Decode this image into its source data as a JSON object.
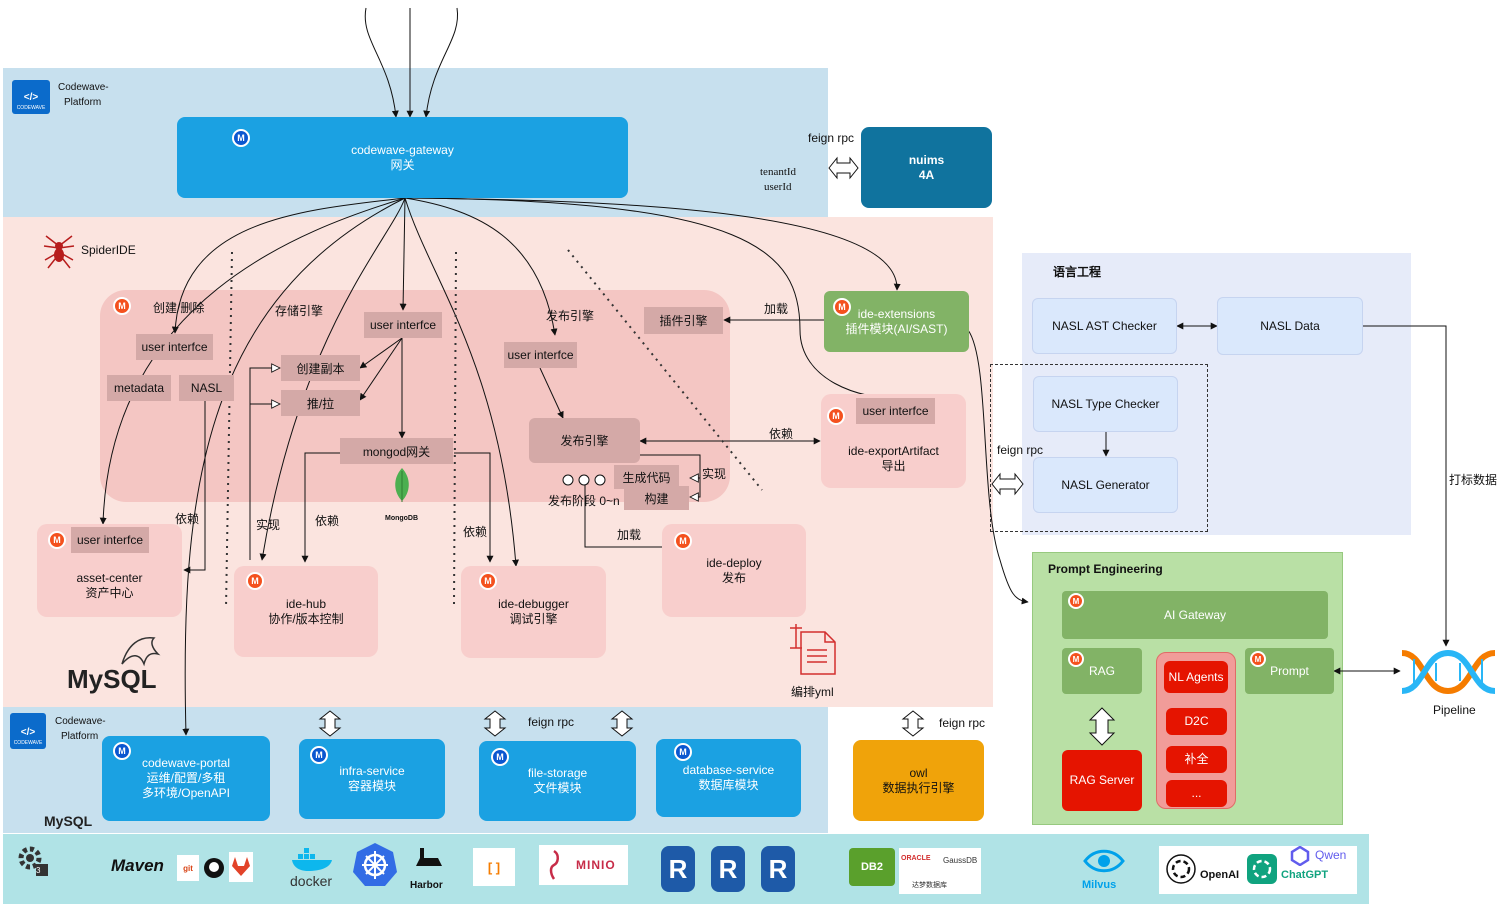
{
  "platform_top": {
    "logo_small": "CODEWAVE",
    "line1": "Codewave-",
    "line2": "Platform"
  },
  "platform_bottom": {
    "logo_small": "CODEWAVE",
    "line1": "Codewave-",
    "line2": "Platform"
  },
  "badge": "M",
  "gateway": {
    "line1": "codewave-gateway",
    "line2": "网关"
  },
  "nuims": {
    "line1": "nuims",
    "line2": "4A"
  },
  "labels": {
    "feign_rpc_top": "feign rpc",
    "tenant_id": "tenantId",
    "user_id": "userId",
    "spider_ide": "SpiderIDE",
    "create_delete": "创建/删除",
    "storage_engine": "存储引擎",
    "publish_engine_header": "发布引擎",
    "plugin_engine": "插件引擎",
    "load_1": "加载",
    "load_2": "加载",
    "depend_1": "依赖",
    "depend_2": "依赖",
    "depend_3": "依赖",
    "depend_4": "依赖",
    "implement_1": "实现",
    "implement_2": "实现",
    "publish_stage": "发布阶段 0~n",
    "compose_yml": "编排yml",
    "feign_rpc_lang": "feign rpc",
    "feign_rpc_mid": "feign rpc",
    "feign_rpc_owl": "feign rpc",
    "tagging_data": "打标数据",
    "pipeline": "Pipeline",
    "mysql_big": "MySQL",
    "mysql_small": "MySQL",
    "mongodb": "MongoDB"
  },
  "inner_tags": {
    "user_interface_a": "user interfce",
    "metadata": "metadata",
    "nasl": "NASL",
    "user_interface_b": "user interfce",
    "create_copy": "创建副本",
    "push_pull": "推/拉",
    "mongod_gateway": "mongod网关",
    "user_interface_c": "user interfce",
    "publish_engine": "发布引擎",
    "generate_code": "生成代码",
    "build": "构建",
    "user_interface_d": "user interfce",
    "user_interface_e": "user interfce"
  },
  "ide_extensions": {
    "line1": "ide-extensions",
    "line2": "插件模块(AI/SAST)"
  },
  "export_artifact": {
    "line1": "ide-exportArtifact",
    "line2": "导出"
  },
  "asset_center": {
    "line1": "asset-center",
    "line2": "资产中心"
  },
  "ide_hub": {
    "line1": "ide-hub",
    "line2": "协作/版本控制"
  },
  "ide_debugger": {
    "line1": "ide-debugger",
    "line2": "调试引擎"
  },
  "ide_deploy": {
    "line1": "ide-deploy",
    "line2": "发布"
  },
  "language_eng": {
    "title": "语言工程",
    "ast_checker": "NASL AST Checker",
    "nasl_data": "NASL Data",
    "type_checker": "NASL Type Checker",
    "generator": "NASL Generator"
  },
  "prompt_eng": {
    "title": "Prompt Engineering",
    "ai_gateway": "AI Gateway",
    "rag": "RAG",
    "rag_server": "RAG Server",
    "nl_agents": "NL Agents",
    "d2c": "D2C",
    "complete": "补全",
    "more": "...",
    "prompt": "Prompt"
  },
  "bottom_services": {
    "portal": {
      "line1": "codewave-portal",
      "line2": "运维/配置/多租",
      "line3": "多环境/OpenAPI"
    },
    "infra": {
      "line1": "infra-service",
      "line2": "容器模块"
    },
    "file": {
      "line1": "file-storage",
      "line2": "文件模块"
    },
    "database": {
      "line1": "database-service",
      "line2": "数据库模块"
    }
  },
  "owl": {
    "line1": "owl",
    "line2": "数据执行引擎"
  },
  "tech_strip": {
    "maven": "Maven",
    "git": "git",
    "docker": "docker",
    "harbor": "Harbor",
    "minio": "MINIO",
    "redis_letter": "R",
    "db2": "DB2",
    "oracle": "ORACLE",
    "gaussdb": "GaussDB",
    "dameng": "达梦数据库",
    "milvus": "Milvus",
    "openai": "OpenAI",
    "chatgpt": "ChatGPT",
    "qwen": "Qwen",
    "gear_sub": "3"
  },
  "colors": {
    "platform_bg": "#c7e0ee",
    "ide_bg": "#fbe4df",
    "ide_inner": "#f4c6c3",
    "lang_bg": "#e6ebf9",
    "prompt_bg": "#b9e0a5",
    "strip_bg": "#b0e3e6"
  }
}
